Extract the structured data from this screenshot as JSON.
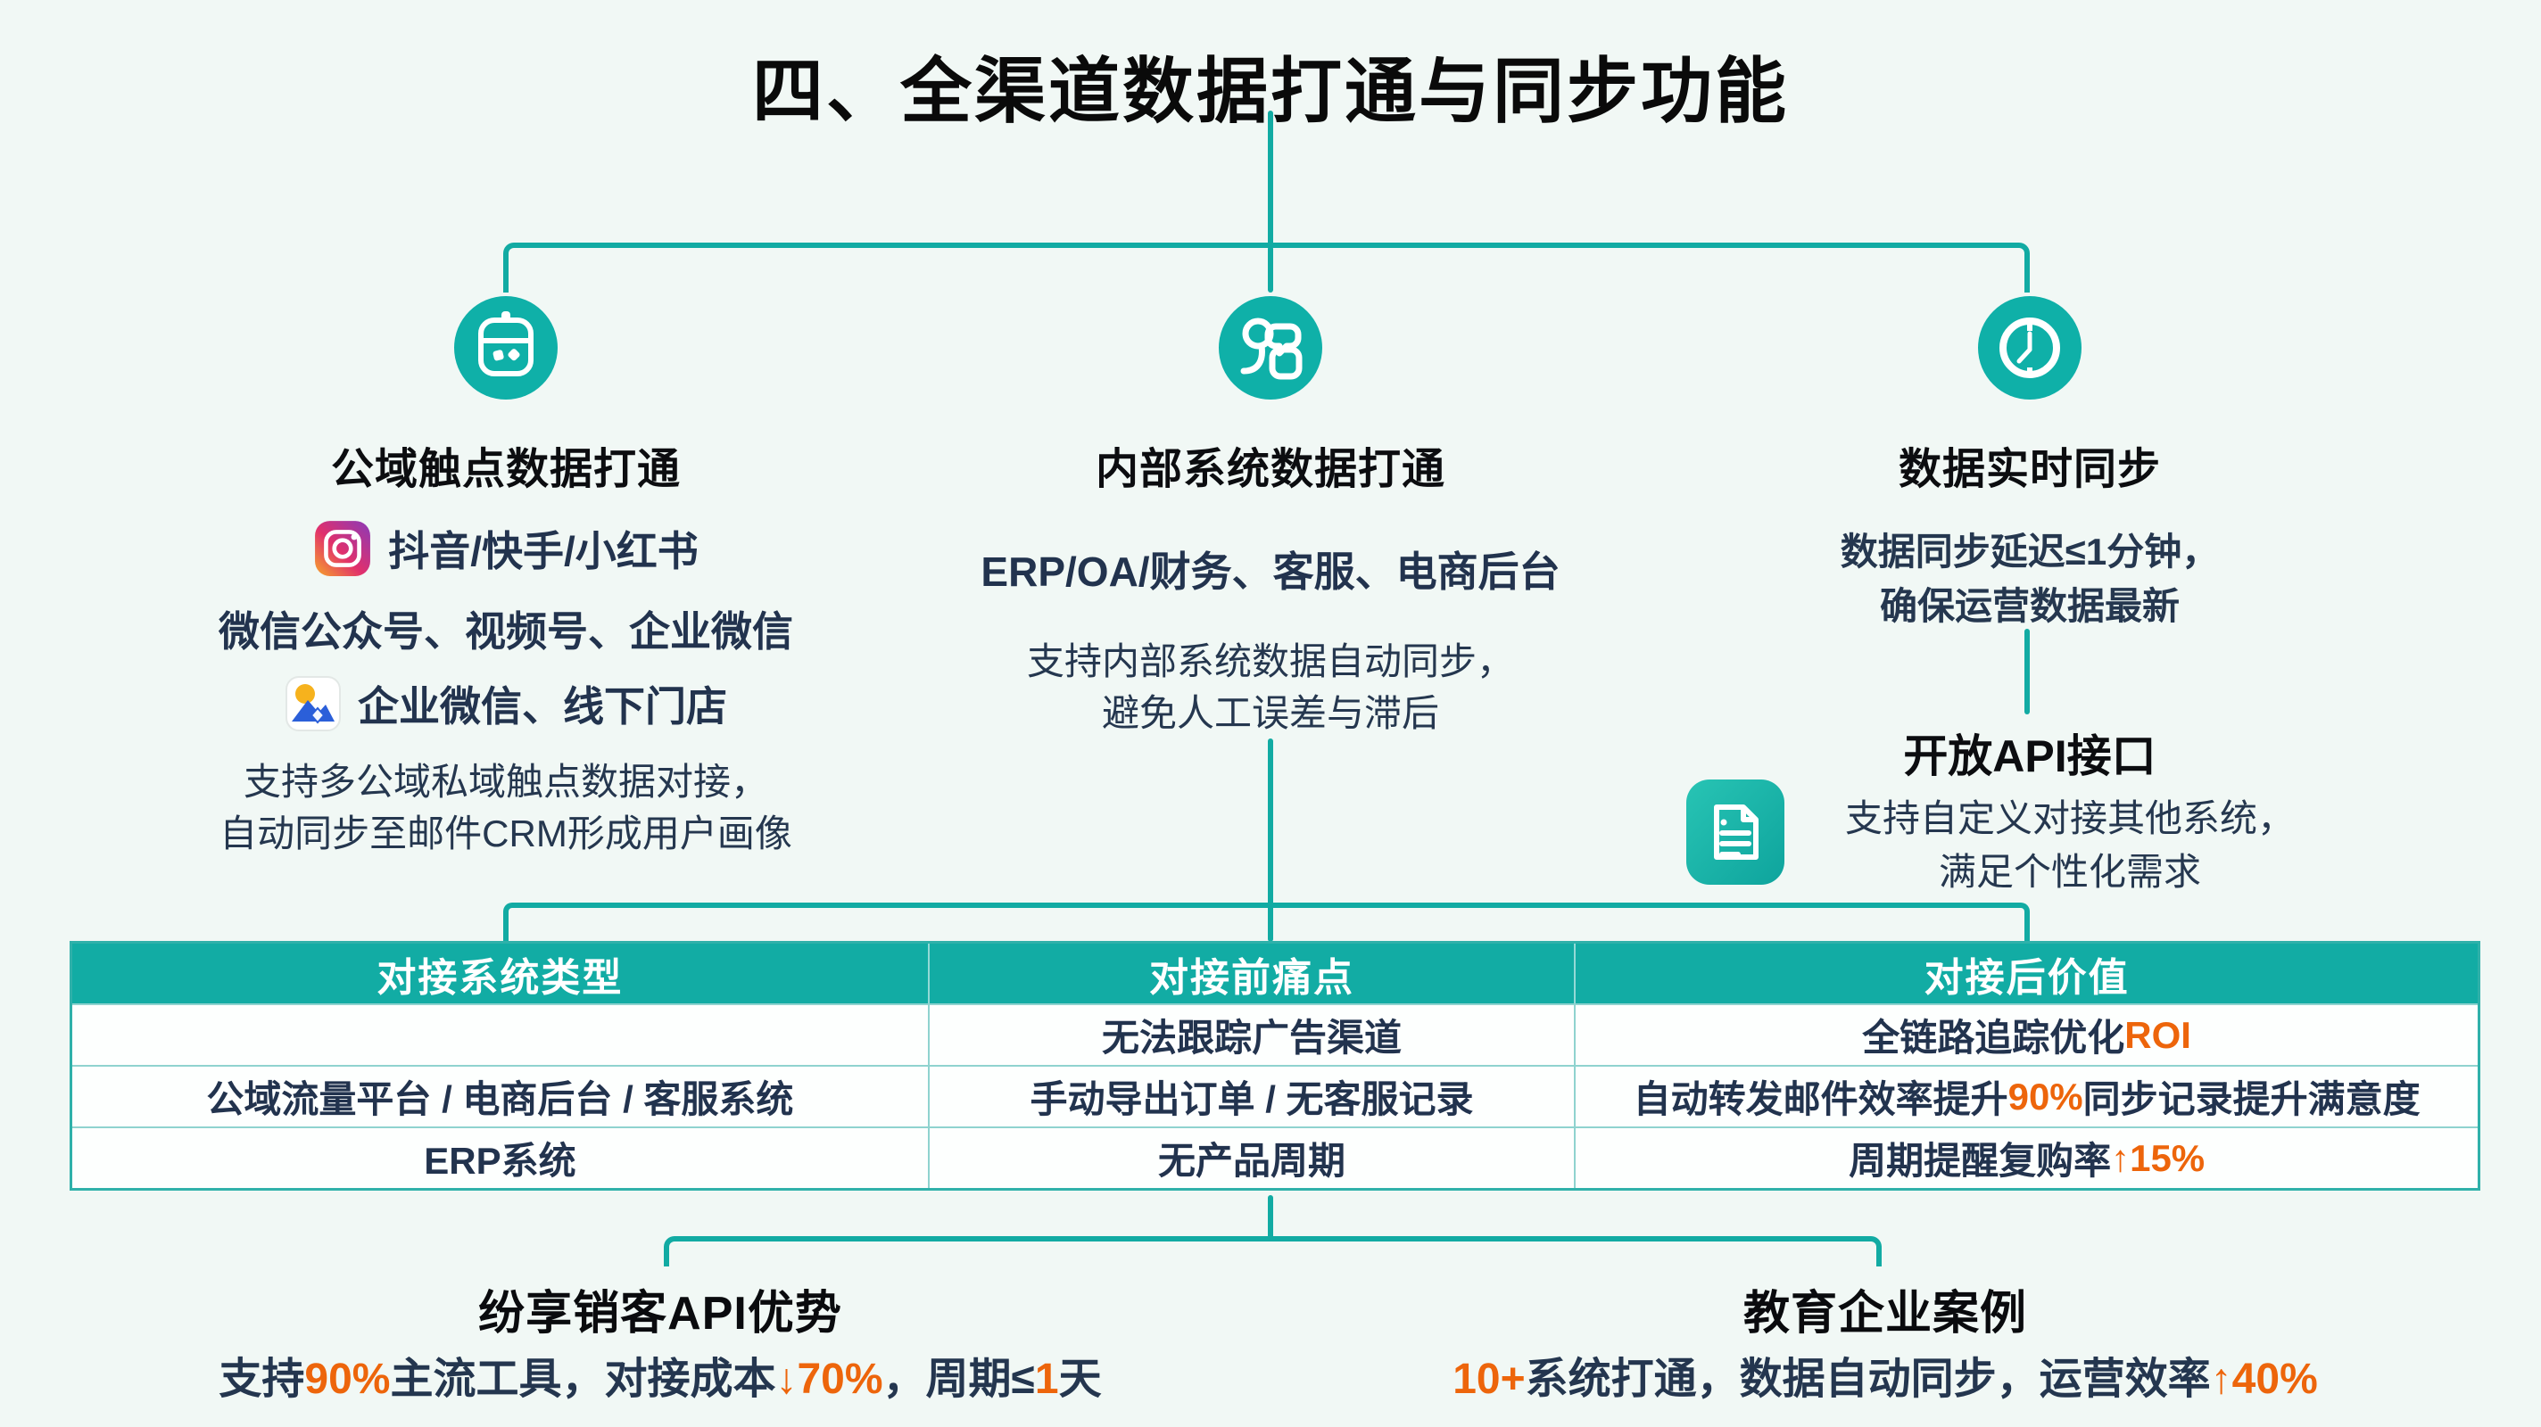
{
  "title": "四、全渠道数据打通与同步功能",
  "colors": {
    "teal": "#12aba3",
    "orange": "#ed650b",
    "navy": "#24364f",
    "background": "#f1f8f5"
  },
  "icons": {
    "public": "touchpoint-robot-icon",
    "internal": "linked-systems-icon",
    "realtime": "clock-icon",
    "api": "api-document-icon",
    "platform1": "instagram-icon",
    "platform2": "wecom-app-icon"
  },
  "branches": {
    "public": {
      "title": "公域触点数据打通",
      "line1": "抖音/快手/小红书",
      "line2": "微信公众号、视频号、企业微信",
      "line3": "企业微信、线下门店",
      "desc1": "支持多公域私域触点数据对接，",
      "desc2": "自动同步至邮件CRM形成用户画像"
    },
    "internal": {
      "title": "内部系统数据打通",
      "line1": "ERP/OA/财务、客服、电商后台",
      "desc1": "支持内部系统数据自动同步，",
      "desc2": "避免人工误差与滞后"
    },
    "realtime": {
      "title": "数据实时同步",
      "desc1": "数据同步延迟≤1分钟，",
      "desc2": "确保运营数据最新"
    },
    "api": {
      "title": "开放API接口",
      "desc1": "支持自定义对接其他系统，",
      "desc2": "满足个性化需求"
    }
  },
  "table": {
    "headers": [
      "对接系统类型",
      "对接前痛点",
      "对接后价值"
    ],
    "rows": [
      {
        "system": "",
        "pain": "无法跟踪广告渠道",
        "value": [
          "全链路追踪优化",
          "ROI",
          ""
        ]
      },
      {
        "system": "公域流量平台 / 电商后台 / 客服系统",
        "pain": "手动导出订单 / 无客服记录",
        "value": [
          "自动转发邮件效率提升",
          "90%",
          "同步记录提升满意度"
        ]
      },
      {
        "system": "ERP系统",
        "pain": "无产品周期",
        "value": [
          "周期提醒复购率",
          "↑15%",
          ""
        ]
      }
    ]
  },
  "footer": {
    "left": {
      "title": "纷享销客API优势",
      "parts": [
        "支持",
        "90%",
        "主流工具，对接成本",
        "↓70%",
        "，周期≤",
        "1",
        "天"
      ]
    },
    "right": {
      "title": "教育企业案例",
      "parts": [
        "10+",
        "系统打通，数据自动同步，运营效率",
        "↑40%"
      ]
    }
  }
}
